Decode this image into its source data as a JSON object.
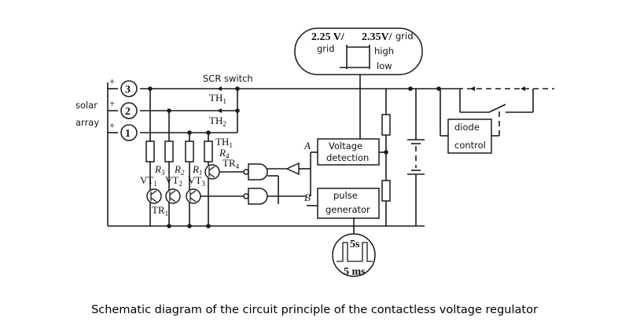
{
  "title_caption": "Schematic diagram of the circuit principle of the contactless voltage regulator",
  "labels": {
    "solar": "solar",
    "array": "array",
    "scr_switch": "SCR switch",
    "th1_top": "TH",
    "th1_top_sub": "1",
    "th2": "TH",
    "th2_sub": "2",
    "th1_low": "TH",
    "th1_low_sub": "1",
    "r4": "R",
    "r4_sub": "4",
    "tr4": "TR",
    "tr4_sub": "4",
    "r3": "R",
    "r3_sub": "3",
    "r2": "R",
    "r2_sub": "2",
    "r1": "R",
    "r1_sub": "1",
    "vt1": "VT",
    "vt1_sub": "1",
    "vt2": "VT",
    "vt2_sub": "2",
    "vt3": "VT",
    "vt3_sub": "3",
    "tr1": "TR",
    "tr1_sub": "1",
    "node_a": "A",
    "node_b": "B",
    "terminal_3": "3",
    "terminal_2": "2",
    "terminal_1": "1",
    "plus": "+"
  },
  "blocks": {
    "voltage_detection": [
      "Voltage",
      "detection"
    ],
    "pulse_generator": [
      "pulse",
      "generator"
    ],
    "diode_control": [
      "diode",
      "control"
    ]
  },
  "grid_indicator": {
    "low_threshold": "2.25 V/",
    "high_threshold": "2.35V/",
    "grid_a": "grid",
    "grid_b": "grid",
    "high": "high",
    "low": "low"
  },
  "pulse": {
    "period": "5s",
    "width": "5 ms"
  }
}
